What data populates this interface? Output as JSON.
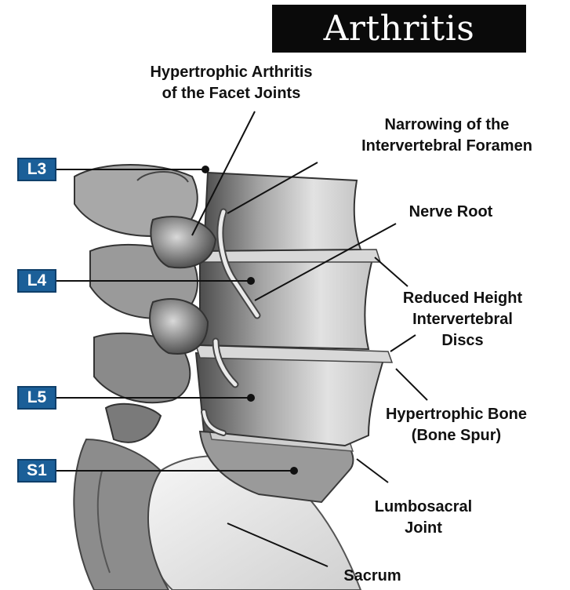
{
  "title": "Arthritis",
  "levels": {
    "l3": "L3",
    "l4": "L4",
    "l5": "L5",
    "s1": "S1"
  },
  "callouts": {
    "facet_line1": "Hypertrophic Arthritis",
    "facet_line2": "of the Facet Joints",
    "foramen_line1": "Narrowing of the",
    "foramen_line2": "Intervertebral Foramen",
    "nerve_root": "Nerve Root",
    "discs_line1": "Reduced Height",
    "discs_line2": "Intervertebral",
    "discs_line3": "Discs",
    "spur_line1": "Hypertrophic Bone",
    "spur_line2": "(Bone Spur)",
    "joint_line1": "Lumbosacral",
    "joint_line2": "Joint",
    "sacrum": "Sacrum"
  },
  "colors": {
    "title_bg": "#0a0a0a",
    "level_badge": "#1b5f98",
    "bone_light": "#e9e9e9",
    "bone_shadow": "#6f6f6f",
    "ink": "#111111"
  }
}
